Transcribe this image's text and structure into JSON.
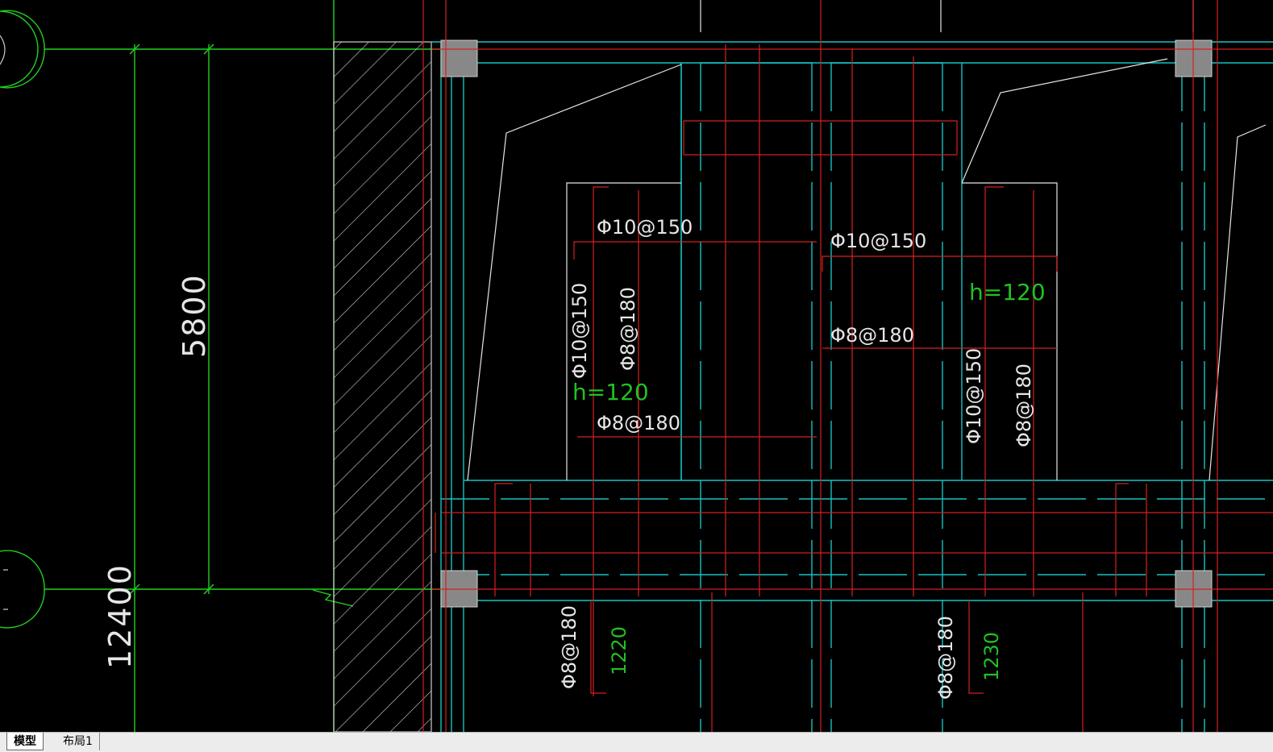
{
  "colors": {
    "background": "#000000",
    "axis_green": "#22d022",
    "wall_cyan": "#16c2c2",
    "rebar_red": "#d42020",
    "annotation_white": "#e6e6e6",
    "label_green": "#22c022",
    "column_gray": "#888888"
  },
  "dimensions": {
    "d5800": "5800",
    "d12400": "12400"
  },
  "rebar_labels": {
    "a": "Φ10@150",
    "b": "Φ10@150",
    "c": "Φ10@150",
    "d": "Φ8@180",
    "e": "Φ8@180",
    "f": "Φ8@180",
    "g": "Φ10@150",
    "h": "Φ8@180",
    "i": "Φ8@180",
    "j": "Φ8@180"
  },
  "slab_labels": {
    "h1": "h=120",
    "h2": "h=120"
  },
  "lengths": {
    "l1": "1220",
    "l2": "1230"
  },
  "tabs": {
    "model": "模型",
    "layout1": "布局1"
  }
}
